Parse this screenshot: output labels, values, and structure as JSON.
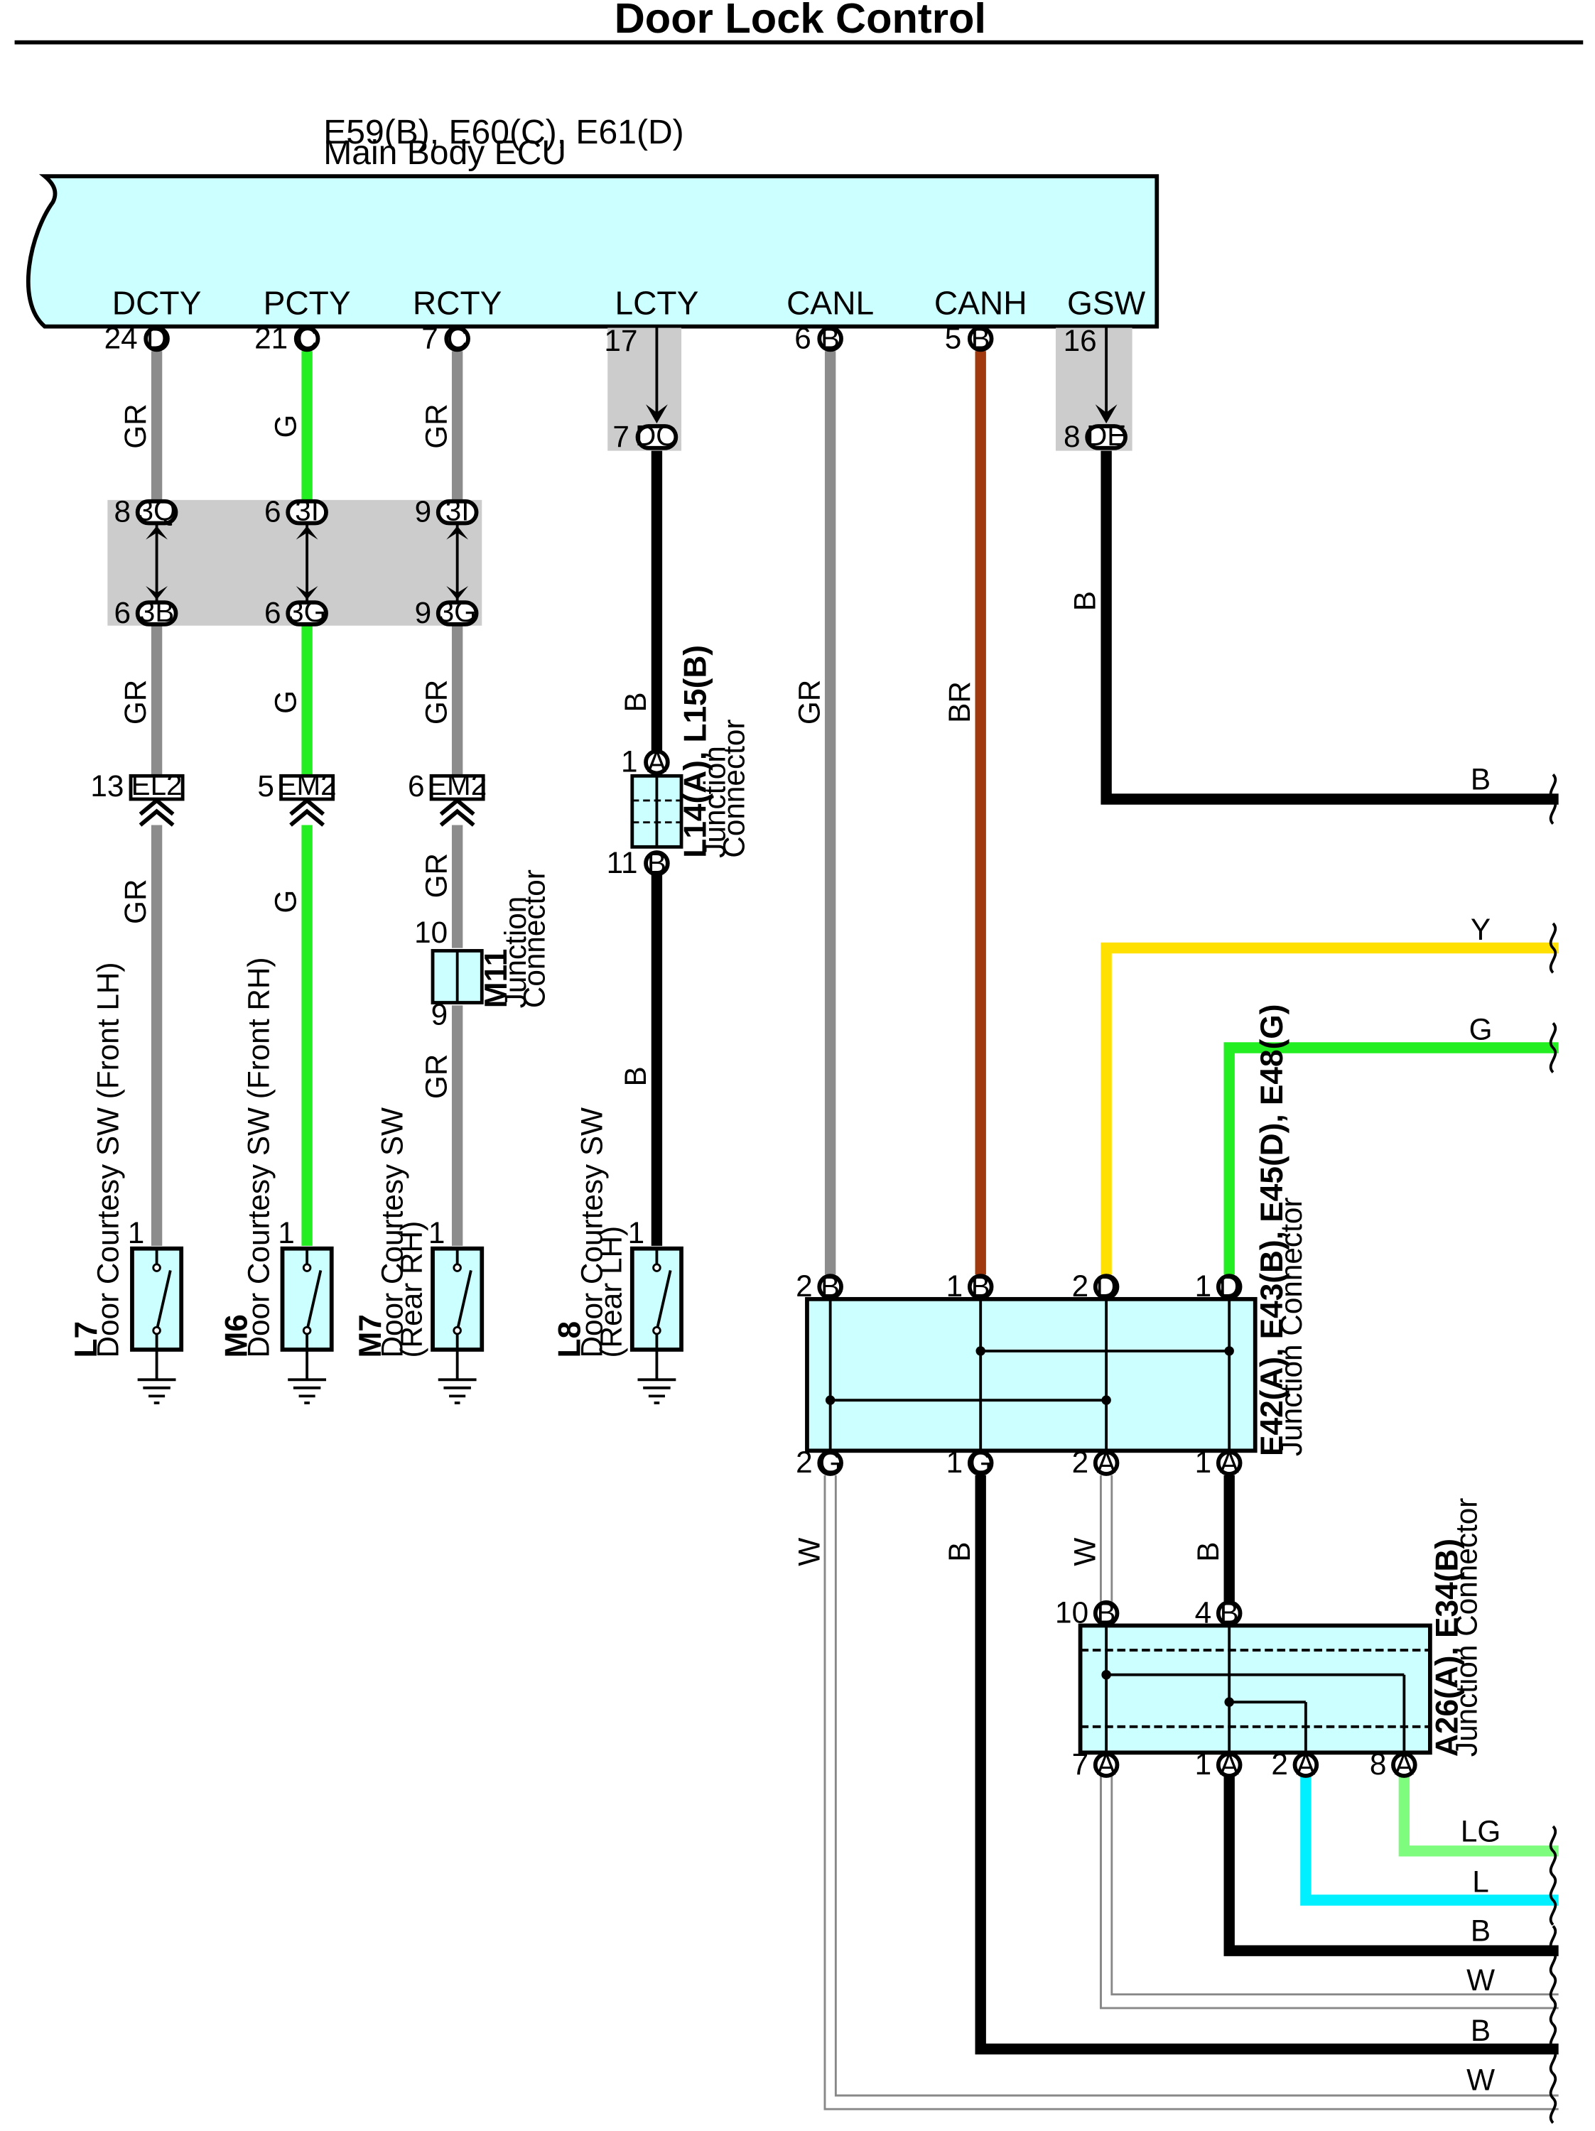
{
  "title": "Door Lock Control",
  "ecu": {
    "connectors": "E59(B), E60(C), E61(D)",
    "name": "Main Body ECU",
    "pins": [
      {
        "name": "DCTY",
        "num": "24",
        "conn": "D"
      },
      {
        "name": "PCTY",
        "num": "21",
        "conn": "C"
      },
      {
        "name": "RCTY",
        "num": "7",
        "conn": "C"
      },
      {
        "name": "LCTY",
        "num": "17",
        "conn": ""
      },
      {
        "name": "CANL",
        "num": "6",
        "conn": "B"
      },
      {
        "name": "CANH",
        "num": "5",
        "conn": "B"
      },
      {
        "name": "GSW",
        "num": "16",
        "conn": ""
      }
    ]
  },
  "inline": [
    {
      "num": "7",
      "conn": "DO"
    },
    {
      "num": "8",
      "conn": "DE"
    }
  ],
  "junction_block": [
    {
      "top_num": "8",
      "top": "3Q",
      "bot_num": "6",
      "bot": "3B"
    },
    {
      "top_num": "6",
      "top": "3I",
      "bot_num": "6",
      "bot": "3G"
    },
    {
      "top_num": "9",
      "top": "3I",
      "bot_num": "9",
      "bot": "3G"
    }
  ],
  "splice": [
    {
      "num": "13",
      "label": "EL2"
    },
    {
      "num": "5",
      "label": "EM2"
    },
    {
      "num": "6",
      "label": "EM2"
    }
  ],
  "wires": {
    "dcty": [
      "GR",
      "GR",
      "GR"
    ],
    "pcty": [
      "G",
      "G",
      "G"
    ],
    "rcty": [
      "GR",
      "GR",
      "GR",
      "GR"
    ],
    "lcty": [
      "B",
      "B"
    ],
    "canl": "GR",
    "canh": "BR",
    "gsw": [
      "B",
      "B"
    ],
    "right": [
      "Y",
      "G"
    ],
    "lower": [
      "W",
      "B",
      "W",
      "B"
    ],
    "bottom": [
      "LG",
      "L",
      "B",
      "W",
      "B",
      "W"
    ]
  },
  "colors": {
    "GR": "#8c8c8c",
    "G": "#22ee22",
    "B": "#000000",
    "BR": "#a0390d",
    "Y": "#ffe000",
    "W": "#aaaaaa",
    "L": "#00f0ff",
    "LG": "#7dfc7d",
    "ecu_fill": "#ccffff",
    "grey_box": "#cccccc"
  },
  "L14": {
    "id": "L14(A), L15(B)",
    "desc1": "Junction",
    "desc2": "Connector",
    "top_num": "1",
    "top_conn": "A",
    "bot_num": "11",
    "bot_conn": "B"
  },
  "M11": {
    "id": "M11",
    "desc1": "Junction",
    "desc2": "Connector",
    "top_num": "10",
    "bot_num": "9"
  },
  "switches": [
    {
      "id": "L7",
      "line1": "Door Courtesy SW (Front LH)",
      "line2": "",
      "num": "1"
    },
    {
      "id": "M6",
      "line1": "Door Courtesy SW (Front RH)",
      "line2": "",
      "num": "1"
    },
    {
      "id": "M7",
      "line1": "Door Courtesy SW",
      "line2": "(Rear RH)",
      "num": "1"
    },
    {
      "id": "L8",
      "line1": "Door Courtesy SW",
      "line2": "(Rear LH)",
      "num": "1"
    }
  ],
  "E42": {
    "id": "E42(A), E43(B), E45(D), E48(G)",
    "desc": "Junction Connector",
    "top": [
      {
        "num": "2",
        "conn": "B"
      },
      {
        "num": "1",
        "conn": "B"
      },
      {
        "num": "2",
        "conn": "D"
      },
      {
        "num": "1",
        "conn": "D"
      }
    ],
    "bottom": [
      {
        "num": "2",
        "conn": "G"
      },
      {
        "num": "1",
        "conn": "G"
      },
      {
        "num": "2",
        "conn": "A"
      },
      {
        "num": "1",
        "conn": "A"
      }
    ]
  },
  "A26": {
    "id": "A26(A), E34(B)",
    "desc": "Junction Connector",
    "top": [
      {
        "num": "10",
        "conn": "B"
      },
      {
        "num": "4",
        "conn": "B"
      }
    ],
    "bottom": [
      {
        "num": "7",
        "conn": "A"
      },
      {
        "num": "1",
        "conn": "A"
      },
      {
        "num": "2",
        "conn": "A"
      },
      {
        "num": "8",
        "conn": "A"
      }
    ]
  }
}
